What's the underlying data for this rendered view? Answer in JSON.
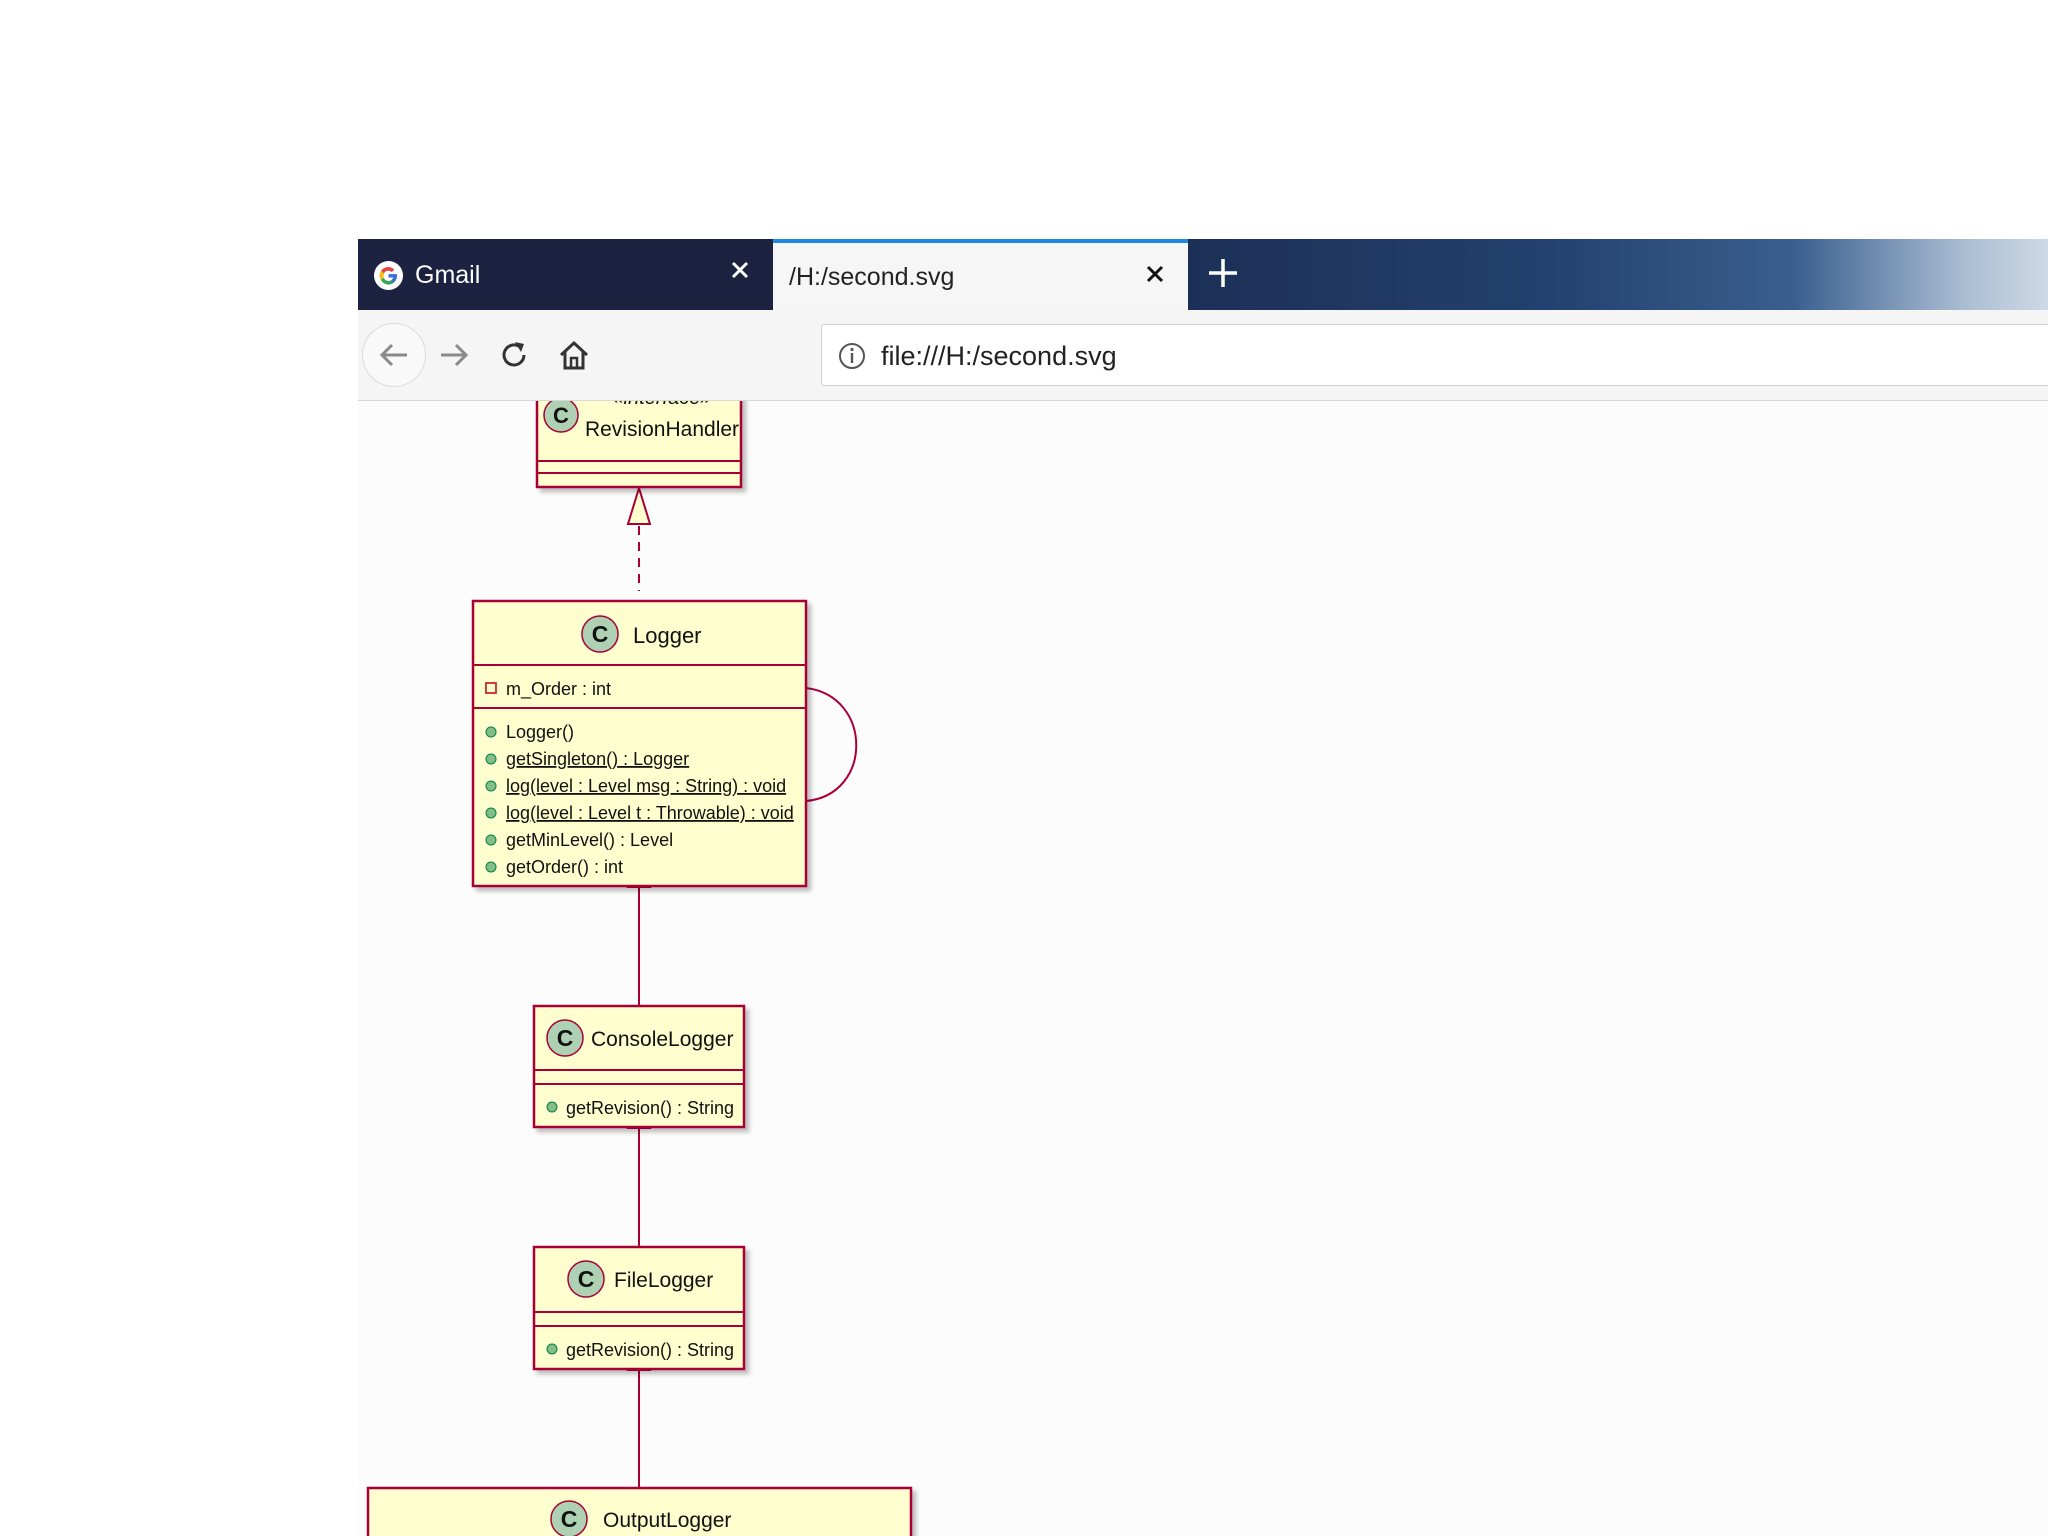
{
  "browser": {
    "tabs": [
      {
        "label": "Gmail"
      },
      {
        "label": "/H:/second.svg"
      }
    ],
    "url": "file:///H:/second.svg"
  },
  "icons": [
    "google-g-icon",
    "close-icon",
    "plus-icon",
    "back-arrow-icon",
    "forward-arrow-icon",
    "reload-icon",
    "home-icon",
    "info-icon",
    "class-c-icon"
  ],
  "colors": {
    "border": "#a80036",
    "fill": "#fefece",
    "circle": "#add1b2",
    "public": "#84be84",
    "private": "#c82930"
  },
  "diagram": {
    "classes": [
      {
        "key": "revision",
        "stereotype": "«interface»",
        "name": "RevisionHandler",
        "fields": [],
        "methods": []
      },
      {
        "key": "logger",
        "name": "Logger",
        "fields": [
          {
            "vis": "private",
            "text": "m_Order : int"
          }
        ],
        "methods": [
          {
            "vis": "public",
            "text": "Logger()",
            "static": false
          },
          {
            "vis": "public",
            "text": "getSingleton() : Logger",
            "static": true
          },
          {
            "vis": "public",
            "text": "log(level : Level msg : String) : void",
            "static": true
          },
          {
            "vis": "public",
            "text": "log(level : Level t : Throwable) : void",
            "static": true
          },
          {
            "vis": "public",
            "text": "getMinLevel() : Level",
            "static": false
          },
          {
            "vis": "public",
            "text": "getOrder() : int",
            "static": false
          }
        ]
      },
      {
        "key": "console",
        "name": "ConsoleLogger",
        "fields": [],
        "methods": [
          {
            "vis": "public",
            "text": "getRevision() : String",
            "static": false
          }
        ]
      },
      {
        "key": "file",
        "name": "FileLogger",
        "fields": [],
        "methods": [
          {
            "vis": "public",
            "text": "getRevision() : String",
            "static": false
          }
        ]
      },
      {
        "key": "output",
        "name": "OutputLogger",
        "fields": [],
        "methods": []
      }
    ],
    "relations": [
      {
        "from": "logger",
        "to": "revision",
        "type": "realization"
      },
      {
        "from": "logger",
        "to": "logger",
        "type": "self-association"
      },
      {
        "from": "console",
        "to": "logger",
        "type": "generalization"
      },
      {
        "from": "file",
        "to": "console",
        "type": "generalization"
      },
      {
        "from": "output",
        "to": "file",
        "type": "generalization"
      }
    ]
  }
}
